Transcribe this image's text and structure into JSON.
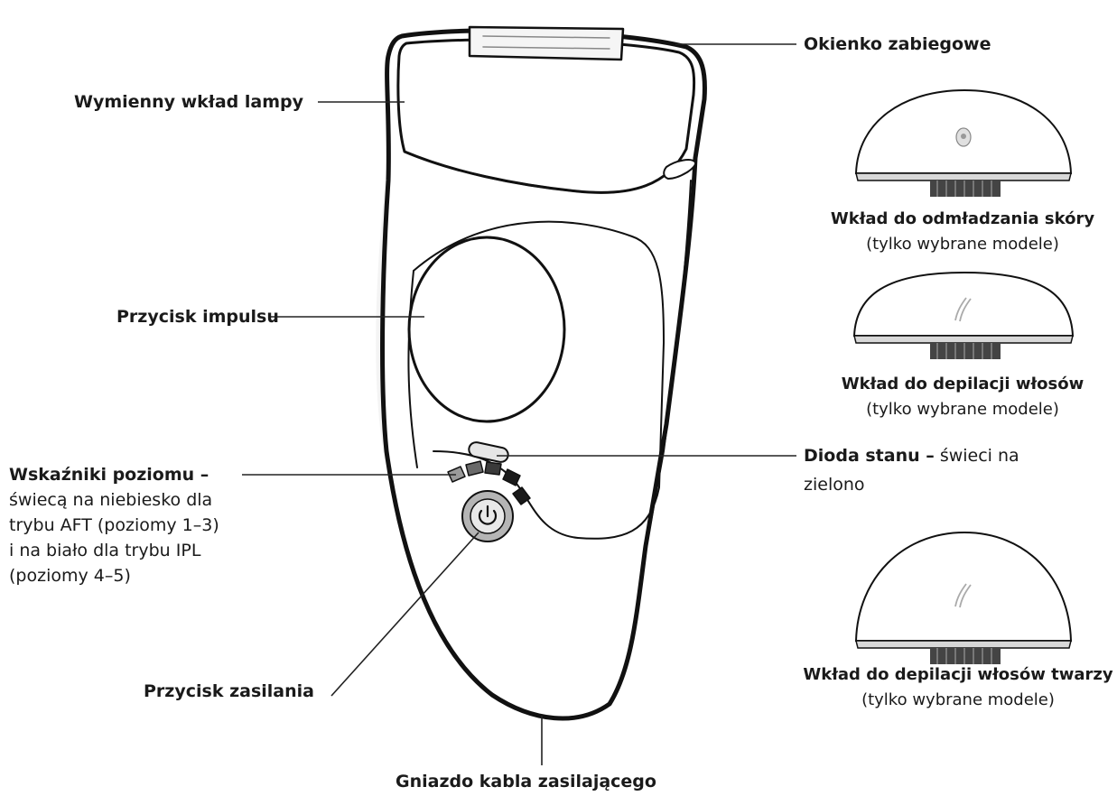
{
  "labels": {
    "okienko": "Okienko zabiegowe",
    "wklad_lampy": "Wymienny wkład lampy",
    "przycisk_impulsu": "Przycisk impulsu",
    "wskazniki_title": "Wskaźniki poziomu –",
    "wskazniki_line1": "świecą na niebiesko dla",
    "wskazniki_line2": "trybu AFT (poziomy 1–3)",
    "wskazniki_line3": "i na biało dla trybu IPL",
    "wskazniki_line4": "(poziomy 4–5)",
    "dioda_title": "Dioda stanu –",
    "dioda_line1": "świeci na",
    "dioda_line2": "zielono",
    "przycisk_zasilania": "Przycisk zasilania",
    "gniazdo": "Gniazdo kabla zasilającego"
  },
  "attachments": [
    {
      "title": "Wkład do odmładzania skóry",
      "note": "(tylko wybrane modele)"
    },
    {
      "title": "Wkład do depilacji włosów",
      "note": "(tylko wybrane modele)"
    },
    {
      "title": "Wkład do depilacji włosów twarzy",
      "note": "(tylko wybrane modele)"
    }
  ],
  "colors": {
    "outline": "#111111",
    "body": "#ffffff",
    "shade": "#e6e6e6",
    "button_ring": "#b5b5b5"
  },
  "icons": {
    "power": "power-icon",
    "hair": "hair-icon",
    "skin": "skin-rejuvenation-icon"
  }
}
